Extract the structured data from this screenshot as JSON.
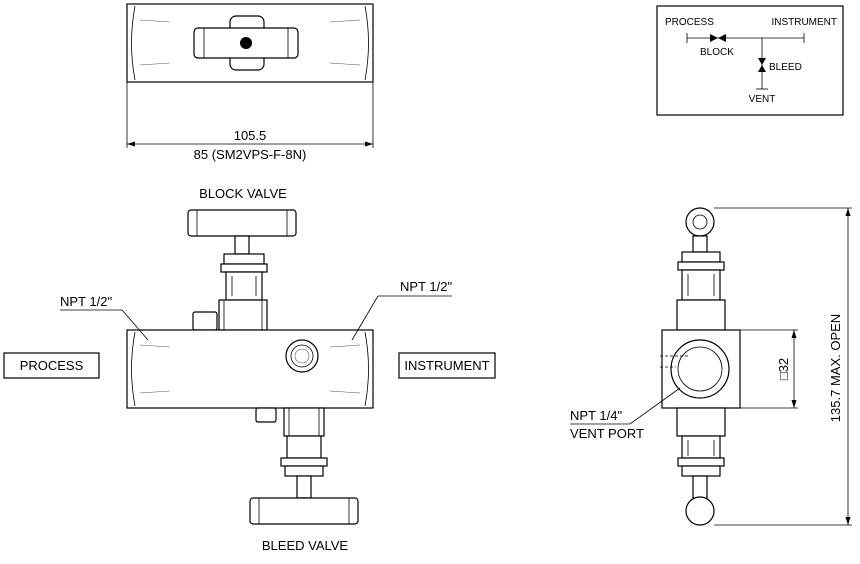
{
  "top_view": {
    "dim_overall": "105.5",
    "dim_model": "85 (SM2VPS-F-8N)"
  },
  "schematic": {
    "process": "PROCESS",
    "instrument": "INSTRUMENT",
    "block": "BLOCK",
    "bleed": "BLEED",
    "vent": "VENT"
  },
  "front_view": {
    "block_valve": "BLOCK VALVE",
    "bleed_valve": "BLEED VALVE",
    "npt_left": "NPT 1/2\"",
    "npt_right": "NPT 1/2\"",
    "process_box": "PROCESS",
    "instrument_box": "INSTRUMENT"
  },
  "side_view": {
    "vent_npt": "NPT 1/4\"",
    "vent_port": "VENT PORT",
    "square_dim": "□32",
    "height_dim": "135.7 MAX. OPEN"
  }
}
